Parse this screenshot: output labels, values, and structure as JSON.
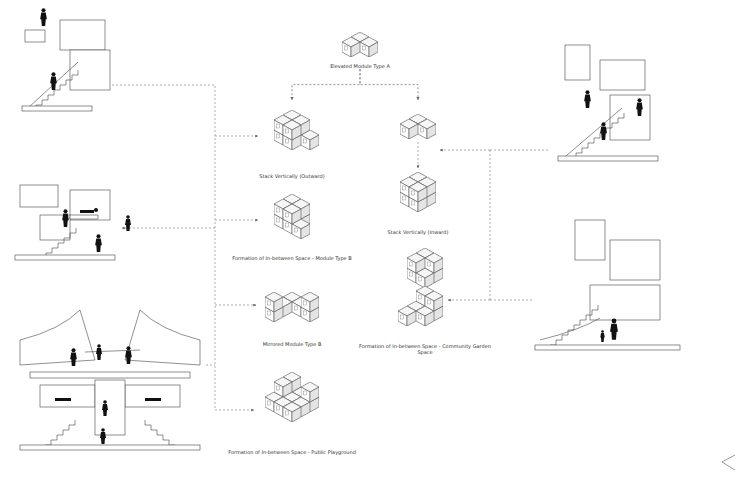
{
  "diagram": {
    "nodes": [
      {
        "text": [
          "Elevated Module Type A"
        ]
      },
      {
        "text": [
          "Stack Vertically (Outward)"
        ]
      },
      {
        "text": [
          "Stack Vertically (Inward)"
        ]
      },
      {
        "text": [
          "Formation of In-between Space - Module Type B"
        ]
      },
      {
        "text": [
          "Mirrored Module Type B"
        ]
      },
      {
        "text": [
          "Formation of In-between Space - Community Garden Space"
        ]
      },
      {
        "text": [
          "Formation of In-between Space - Public Playground"
        ]
      }
    ],
    "edges": [
      {
        "from": 0,
        "to": 1,
        "arrow": "to"
      },
      {
        "from": 0,
        "to": 2,
        "arrow": "to"
      }
    ]
  }
}
